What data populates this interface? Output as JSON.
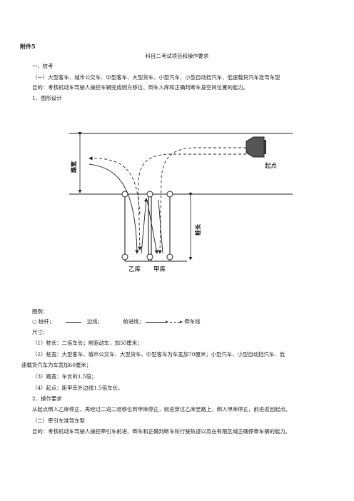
{
  "header": {
    "attachment_label": "附件5",
    "title": "科目二考试项目和操作要求"
  },
  "sections": {
    "s1": "一、桩考",
    "s1_1": "（一）大型客车、城市公交车、中型客车、大型货车、小型汽车、小型自动挡汽车、低速载货汽车准驾车型",
    "purpose1": "目的：考核机动车驾驶人操控车辆完成侧方移位、倒车入库和正确判断车身空间位置的能力。",
    "fig_title": "1、图形设计"
  },
  "diagram": {
    "label_road_width": "路宽",
    "label_start": "起点",
    "label_pile_length": "桩长",
    "label_lib_b": "乙库",
    "label_lib_a": "甲库"
  },
  "legend": {
    "title": "图例：",
    "pile": "桩杆；",
    "edge": "边线；",
    "forward": "前进线；",
    "reverse": "倒车线"
  },
  "dimensions": {
    "title": "尺寸：",
    "d1": "（1）桩长：二倍车长；前驱动车，加50厘米；",
    "d2a": "（2）桩宽：大型客车、城市公交车、大型货车、中型客车为车宽加70厘米；小型汽车、小型自动挡汽车、低",
    "d2b": "速载货汽车为车宽加60厘米；",
    "d3": "（3）路宽：车长的1.5倍；",
    "d4": "（4）起点：距甲库外边线1.5倍车长。"
  },
  "operation": {
    "title": "2、操作要求",
    "text": "从起点倒入乙库停正，再经过二进二退移位到甲库停正，前进穿过乙库至路上，倒入甲库停正，前进返回起点。",
    "s1_2": "（二）牵引车准驾车型",
    "purpose2": "目的：考核机动车驾驶人操控牵引车前进、倒车和正确判断车轮行驶轨迹以及在有限区域正确停靠车辆的能力。"
  }
}
